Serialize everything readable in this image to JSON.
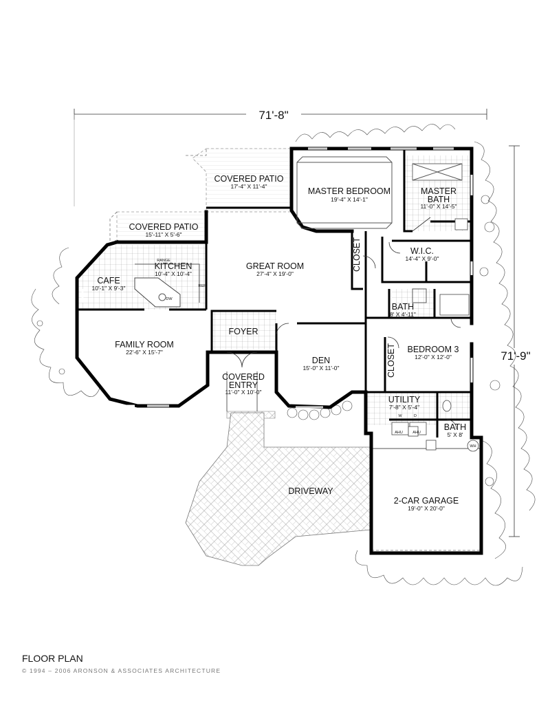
{
  "dimensions": {
    "width": "71'-8\"",
    "depth": "71'-9\""
  },
  "rooms": {
    "covered_patio_top": {
      "name": "COVERED PATIO",
      "size": "17'-4\" X 11'-4\""
    },
    "master_bedroom": {
      "name": "MASTER BEDROOM",
      "size": "19'-4\" X 14'-1\""
    },
    "master_bath": {
      "name1": "MASTER",
      "name2": "BATH",
      "size": "11'-0\" X 14'-5\""
    },
    "covered_patio_left": {
      "name": "COVERED PATIO",
      "size": "15'-11\" X 5'-6\""
    },
    "kitchen": {
      "name": "KITCHEN",
      "size": "10'-4\" X 10'-4\""
    },
    "cafe": {
      "name": "CAFE",
      "size": "10'-1\" X 9'-3\""
    },
    "great_room": {
      "name": "GREAT ROOM",
      "size": "27'-4\" X 19'-0\""
    },
    "closet_1": {
      "name": "CLOSET"
    },
    "wic": {
      "name": "W.I.C.",
      "size": "14'-4\" X 9'-0\""
    },
    "bath_2": {
      "name": "BATH",
      "size": "8' X 4'-11\""
    },
    "family_room": {
      "name": "FAMILY ROOM",
      "size": "22'-6\" X 15'-7\""
    },
    "foyer": {
      "name": "FOYER"
    },
    "den": {
      "name": "DEN",
      "size": "15'-0\" X 11'-0\""
    },
    "closet_2": {
      "name": "CLOSET"
    },
    "bedroom_3": {
      "name": "BEDROOM 3",
      "size": "12'-0\" X 12'-0\""
    },
    "covered_entry": {
      "name1": "COVERED",
      "name2": "ENTRY",
      "size": "11'-0\" X 10'-0\""
    },
    "utility": {
      "name": "UTILITY",
      "size": "7'-8\" X 5'-4\""
    },
    "bath_3": {
      "name": "BATH",
      "size": "5' X 8'"
    },
    "driveway": {
      "name": "DRIVEWAY"
    },
    "garage": {
      "name": "2-CAR GARAGE",
      "size": "19'-0\" X 20'-0\""
    }
  },
  "fixtures": {
    "range": "RANGE",
    "ref": "REF",
    "dw": "DW",
    "ahu": "AHU",
    "w": "W",
    "d": "D",
    "wh": "WH"
  },
  "footer": {
    "title": "FLOOR PLAN",
    "copyright": "© 1994 – 2006 ARONSON & ASSOCIATES ARCHITECTURE"
  }
}
